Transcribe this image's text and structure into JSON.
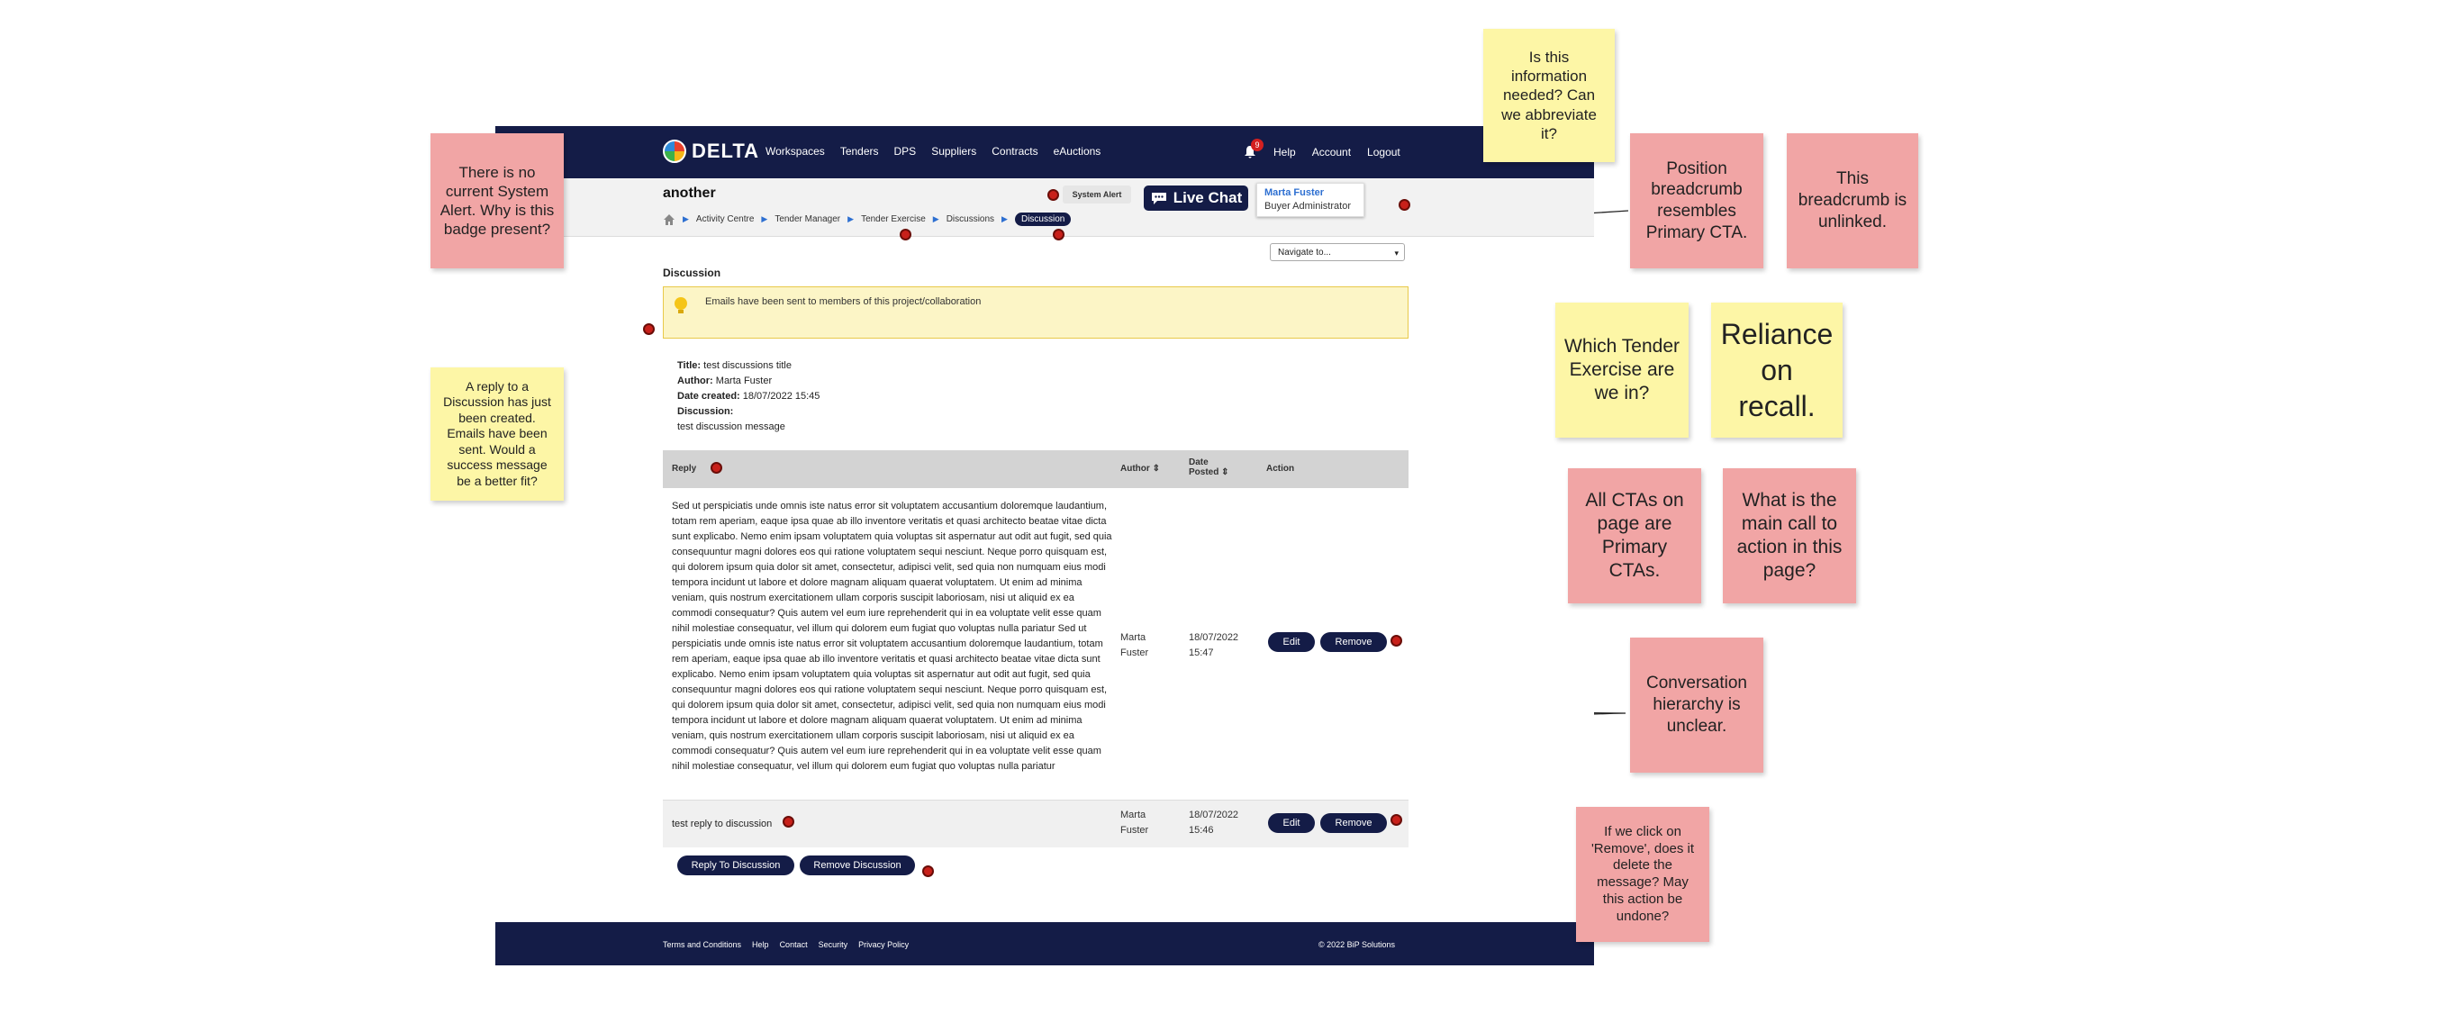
{
  "header": {
    "logo_text": "DELTA",
    "nav": [
      "Workspaces",
      "Tenders",
      "DPS",
      "Suppliers",
      "Contracts",
      "eAuctions"
    ],
    "notification_count": "9",
    "help": "Help",
    "account": "Account",
    "logout": "Logout"
  },
  "subheader": {
    "page_title": "another",
    "system_alert": "System Alert",
    "breadcrumb": [
      "Activity Centre",
      "Tender Manager",
      "Tender Exercise",
      "Discussions"
    ],
    "breadcrumb_current": "Discussion",
    "live_chat": "Live Chat",
    "user_name": "Marta Fuster",
    "user_role": "Buyer Administrator",
    "navigate": "Navigate to..."
  },
  "section_title": "Discussion",
  "alert_message": "Emails have been sent to members of this project/collaboration",
  "details": {
    "title_label": "Title:",
    "title_value": "test discussions title",
    "author_label": "Author:",
    "author_value": "Marta Fuster",
    "date_label": "Date created:",
    "date_value": "18/07/2022 15:45",
    "discussion_label": "Discussion:",
    "discussion_value": "test discussion message"
  },
  "table": {
    "headers": {
      "reply": "Reply",
      "author": "Author",
      "date": "Date Posted",
      "action": "Action"
    },
    "rows": [
      {
        "reply": "Sed ut perspiciatis unde omnis iste natus error sit voluptatem accusantium doloremque laudantium, totam rem aperiam, eaque ipsa quae ab illo inventore veritatis et quasi architecto beatae vitae dicta sunt explicabo. Nemo enim ipsam voluptatem quia voluptas sit aspernatur aut odit aut fugit, sed quia consequuntur magni dolores eos qui ratione voluptatem sequi nesciunt. Neque porro quisquam est, qui dolorem ipsum quia dolor sit amet, consectetur, adipisci velit, sed quia non numquam eius modi tempora incidunt ut labore et dolore magnam aliquam quaerat voluptatem. Ut enim ad minima veniam, quis nostrum exercitationem ullam corporis suscipit laboriosam, nisi ut aliquid ex ea commodi consequatur? Quis autem vel eum iure reprehenderit qui in ea voluptate velit esse quam nihil molestiae consequatur, vel illum qui dolorem eum fugiat quo voluptas nulla pariatur Sed ut perspiciatis unde omnis iste natus error sit voluptatem accusantium doloremque laudantium, totam rem aperiam, eaque ipsa quae ab illo inventore veritatis et quasi architecto beatae vitae dicta sunt explicabo. Nemo enim ipsam voluptatem quia voluptas sit aspernatur aut odit aut fugit, sed quia consequuntur magni dolores eos qui ratione voluptatem sequi nesciunt. Neque porro quisquam est, qui dolorem ipsum quia dolor sit amet, consectetur, adipisci velit, sed quia non numquam eius modi tempora incidunt ut labore et dolore magnam aliquam quaerat voluptatem. Ut enim ad minima veniam, quis nostrum exercitationem ullam corporis suscipit laboriosam, nisi ut aliquid ex ea commodi consequatur? Quis autem vel eum iure reprehenderit qui in ea voluptate velit esse quam nihil molestiae consequatur, vel illum qui dolorem eum fugiat quo voluptas nulla pariatur",
        "author": "Marta Fuster",
        "date": "18/07/2022 15:47",
        "edit": "Edit",
        "remove": "Remove"
      },
      {
        "reply": "test reply to discussion",
        "author": "Marta Fuster",
        "date": "18/07/2022 15:46",
        "edit": "Edit",
        "remove": "Remove"
      }
    ]
  },
  "actions": {
    "reply_to": "Reply To Discussion",
    "remove": "Remove Discussion"
  },
  "footer": {
    "links": [
      "Terms and Conditions",
      "Help",
      "Contact",
      "Security",
      "Privacy Policy"
    ],
    "copyright": "© 2022 BiP Solutions"
  },
  "notes": {
    "system_alert": "There is no current System Alert. Why is this badge present?",
    "reply_created": "A reply to a Discussion has just been created. Emails have been sent. Would a success message be a better fit?",
    "info_needed": "Is this information needed? Can we abbreviate it?",
    "breadcrumb_cta": "Position breadcrumb resembles Primary CTA.",
    "breadcrumb_unlinked": "This breadcrumb is unlinked.",
    "which_tender": "Which Tender Exercise are we in?",
    "recall": "Reliance on recall.",
    "all_ctas": "All CTAs on page are Primary CTAs.",
    "main_cta": "What is the main call to action in this page?",
    "hierarchy": "Conversation hierarchy is unclear.",
    "remove_undo": "If we click on 'Remove', does it delete the message? May this action be undone?"
  },
  "colors": {
    "navy": "#141c47",
    "note_pink": "#f1a5a5",
    "note_yellow": "#fdf6a6",
    "marker_red": "#c8201a"
  }
}
